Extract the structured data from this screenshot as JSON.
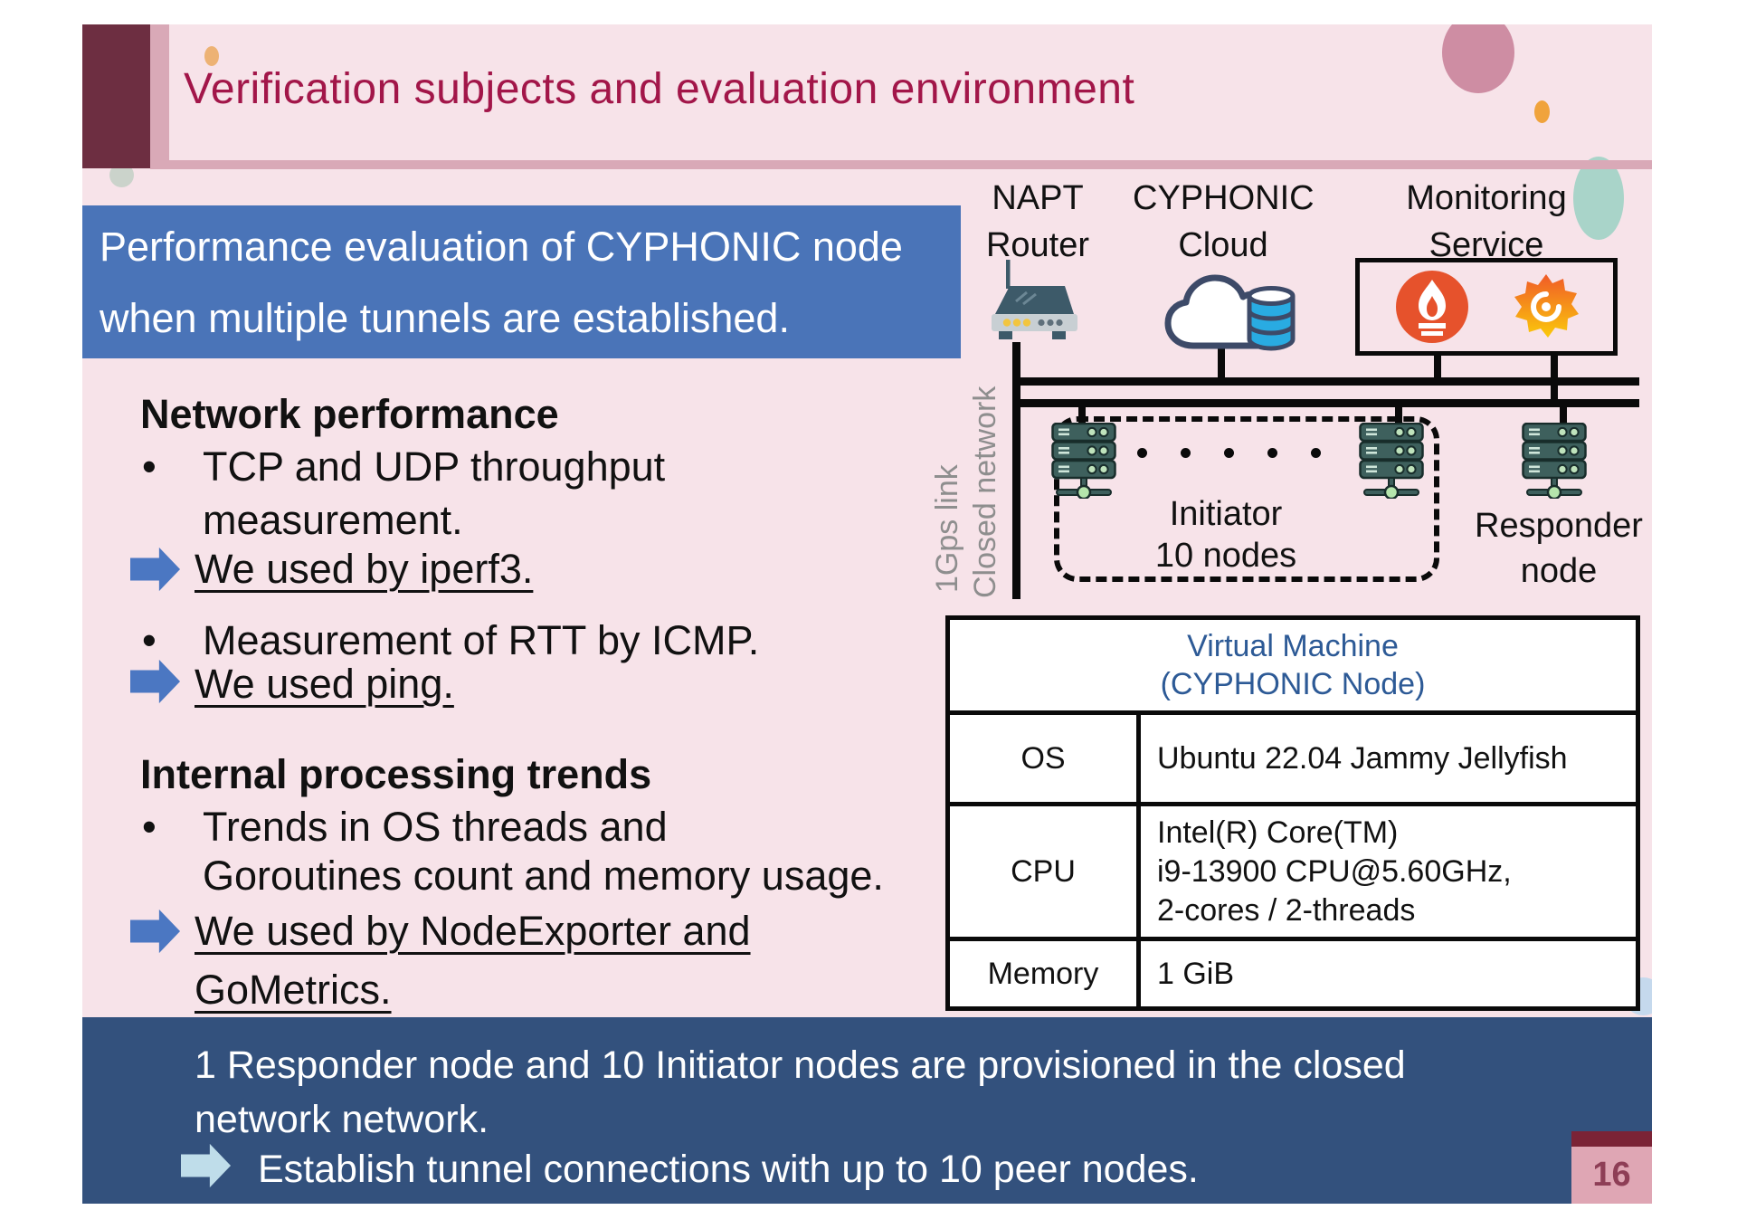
{
  "title": "Verification subjects and evaluation environment",
  "highlight_box": {
    "line1": "Performance evaluation of CYPHONIC node",
    "line2": "when multiple tunnels are established."
  },
  "list": {
    "section1_title": "Network performance",
    "bullet_glyph": "•",
    "b1_line1": "TCP and UDP throughput",
    "b1_line2": "measurement.",
    "arrow1_text": "We used by iperf3.",
    "b2_line1": "Measurement of RTT by ICMP.",
    "arrow2_text": "We used ping.",
    "section2_title": "Internal processing trends",
    "b3_line1": "Trends in OS threads and",
    "b3_line2": "Goroutines count and memory usage.",
    "arrow3_line1": "We used by NodeExporter and",
    "arrow3_line2": "GoMetrics."
  },
  "diagram": {
    "napt_line1": "NAPT",
    "napt_line2": "Router",
    "cloud_line1": "CYPHONIC",
    "cloud_line2": "Cloud",
    "monitoring_line1": "Monitoring",
    "monitoring_line2": "Service",
    "link_label1": "1Gps link",
    "link_label2": "Closed network",
    "initiator_line1": "Initiator",
    "initiator_line2": "10 nodes",
    "responder_line1": "Responder",
    "responder_line2": "node"
  },
  "table": {
    "header_line1": "Virtual Machine",
    "header_line2": "(CYPHONIC Node)",
    "rows": [
      {
        "label": "OS",
        "value": "Ubuntu 22.04 Jammy Jellyfish"
      },
      {
        "label": "CPU",
        "value": "Intel(R) Core(TM)\ni9-13900 CPU@5.60GHz,\n2-cores / 2-threads"
      },
      {
        "label": "Memory",
        "value": "1 GiB"
      }
    ]
  },
  "footer": {
    "line1": "1 Responder node and 10 Initiator nodes are provisioned in the closed",
    "line2": "network network.",
    "line3": "Establish tunnel connections with up to 10 peer nodes.",
    "page_number": "16"
  },
  "colors": {
    "background_pink": "#F7E3E9",
    "rose": "#D9A9B7",
    "maroon": "#6D2E41",
    "title_red": "#A21649",
    "highlight_blue": "#4A74B8",
    "arrow_blue": "#4B77C2",
    "footer_navy": "#33517D",
    "footer_arrow_light": "#BFDDEA",
    "table_header_blue": "#2D5A96",
    "prometheus_red": "#E6522C",
    "db_blue": "#29ABE2"
  }
}
